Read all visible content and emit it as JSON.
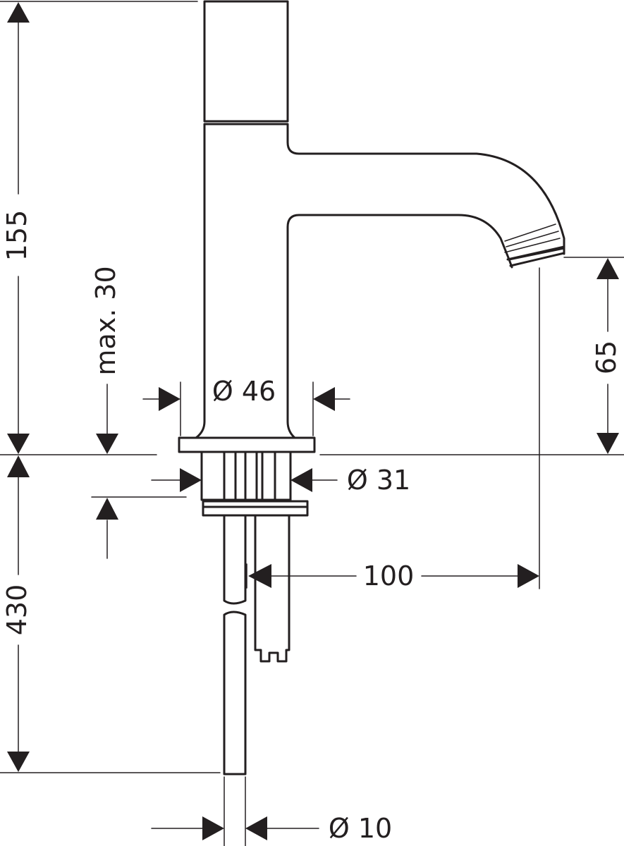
{
  "drawing": {
    "line_color": "#231f20",
    "background": "#ffffff"
  },
  "dimensions": {
    "total_height": "155",
    "max_thickness": "max. 30",
    "base_diameter": "Ø 46",
    "shank_diameter": "Ø 31",
    "spout_height": "65",
    "hose_length": "430",
    "spout_reach": "100",
    "hose_diameter": "Ø 10"
  }
}
